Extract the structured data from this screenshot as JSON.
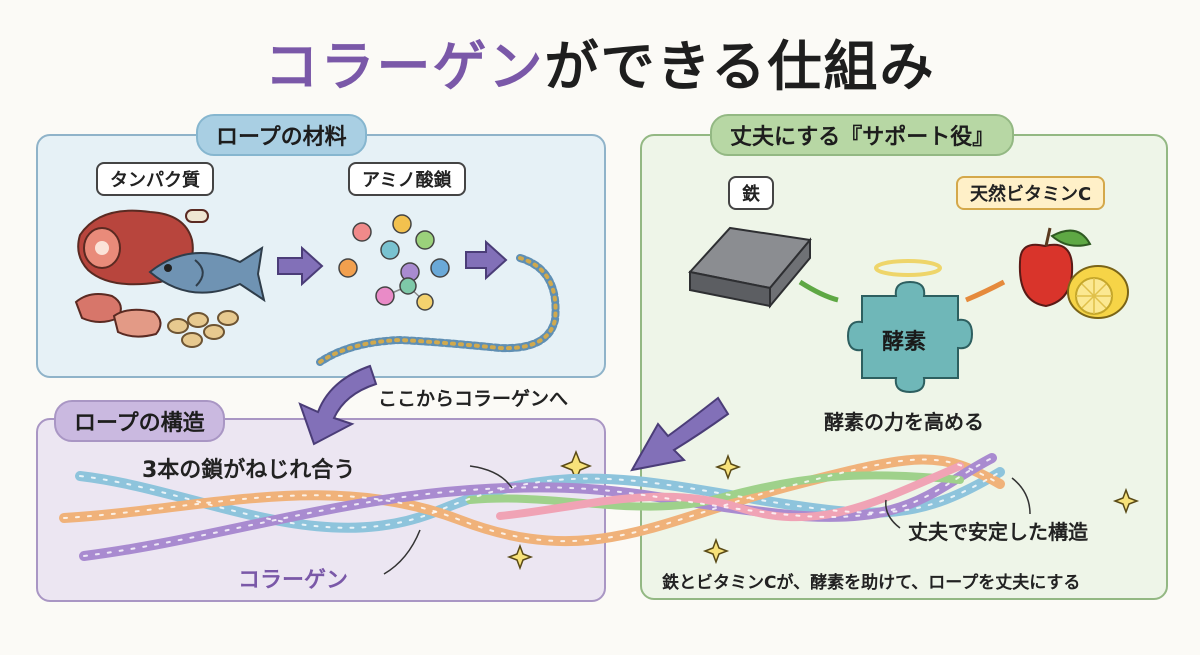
{
  "title": {
    "highlight": "コラーゲン",
    "rest": "ができる仕組み"
  },
  "material": {
    "title": "ロープの材料",
    "protein_label": "タンパク質",
    "amino_label": "アミノ酸鎖",
    "arrow_caption": "ここからコラーゲンへ"
  },
  "support": {
    "title": "丈夫にする『サポート役』",
    "iron_label": "鉄",
    "vitc_label": "天然ビタミンC",
    "enzyme_label": "酵素",
    "enzyme_caption": "酵素の力を高める",
    "stable_caption": "丈夫で安定した構造",
    "footer": "鉄とビタミンCが、酵素を助けて、ロープを丈夫にする"
  },
  "structure": {
    "title": "ロープの構造",
    "twist_caption": "3本の鎖がねじれ合う",
    "collagen_caption": "コラーゲン"
  },
  "colors": {
    "accent_purple": "#7a58a8",
    "rope_blue": "#8ec4dc",
    "rope_orange": "#f0b27a",
    "rope_purple": "#a98bd0",
    "rope_green": "#9fd18b",
    "rope_pink": "#f0a3b5",
    "enzyme_teal": "#6fb7b8"
  },
  "icons": [
    "meat-icon",
    "fish-icon",
    "beans-icon",
    "molecule-icon",
    "chain-icon",
    "iron-ingot-icon",
    "apple-icon",
    "lemon-icon",
    "halo-icon",
    "puzzle-enzyme-icon",
    "sparkle-icon",
    "arrow-icon"
  ]
}
